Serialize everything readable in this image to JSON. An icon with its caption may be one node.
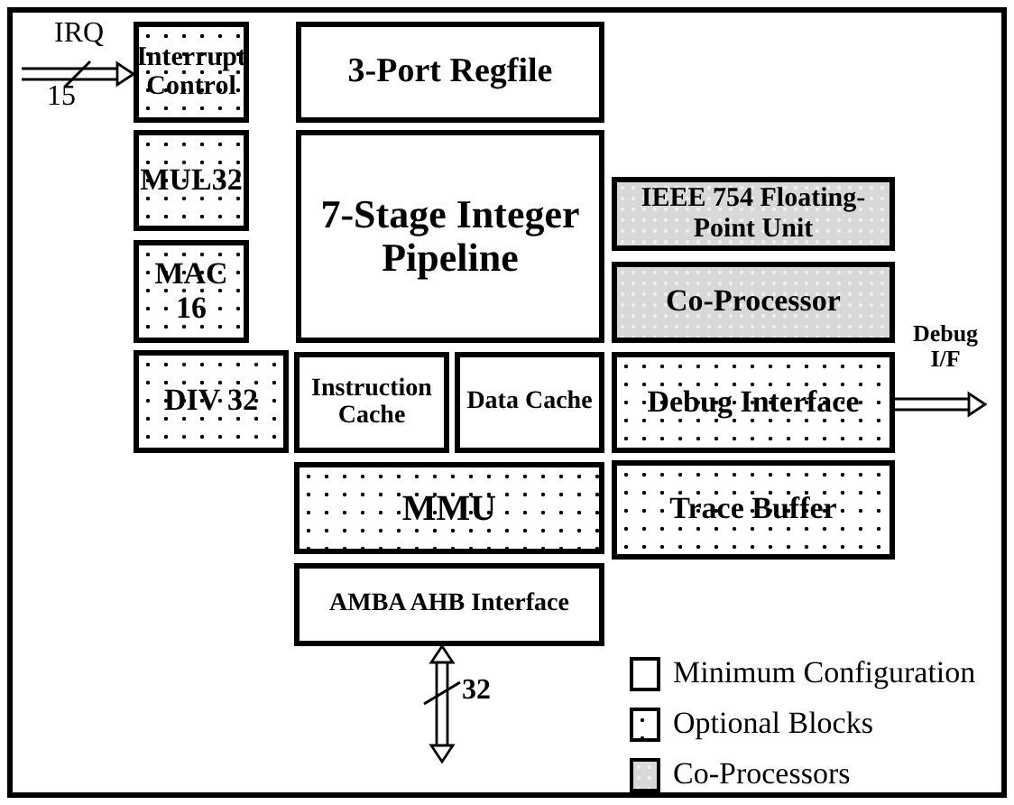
{
  "diagram": {
    "nodes": [
      {
        "text": [
          "Interrupt Control"
        ]
      },
      {
        "text": [
          "3-Port Regfile"
        ]
      },
      {
        "text": [
          "MUL32"
        ]
      },
      {
        "text": [
          "7-Stage Integer Pipeline"
        ]
      },
      {
        "text": [
          "IEEE 754 Floating-Point Unit"
        ]
      },
      {
        "text": [
          "MAC 16"
        ]
      },
      {
        "text": [
          "Co-Processor"
        ]
      },
      {
        "text": [
          "DIV 32"
        ]
      },
      {
        "text": [
          "Instruction Cache"
        ]
      },
      {
        "text": [
          "Data Cache"
        ]
      },
      {
        "text": [
          "Debug Interface"
        ]
      },
      {
        "text": [
          "MMU"
        ]
      },
      {
        "text": [
          "Trace Buffer"
        ]
      },
      {
        "text": [
          "AMBA AHB Interface"
        ]
      }
    ],
    "edges": [
      {
        "from": null,
        "to": 0,
        "arrow": "to",
        "label": "IRQ"
      },
      {
        "from": 10,
        "to": null,
        "arrow": "to",
        "label": "Debug I/F"
      },
      {
        "from": 13,
        "to": null,
        "arrow": "both"
      }
    ],
    "labels": [
      "15",
      "32"
    ],
    "legend": [
      {
        "text": "Minimum Configuration",
        "color": "#ffffff"
      },
      {
        "text": "Optional Blocks"
      },
      {
        "text": "Co-Processors",
        "color": "#d8d8d8"
      }
    ]
  }
}
